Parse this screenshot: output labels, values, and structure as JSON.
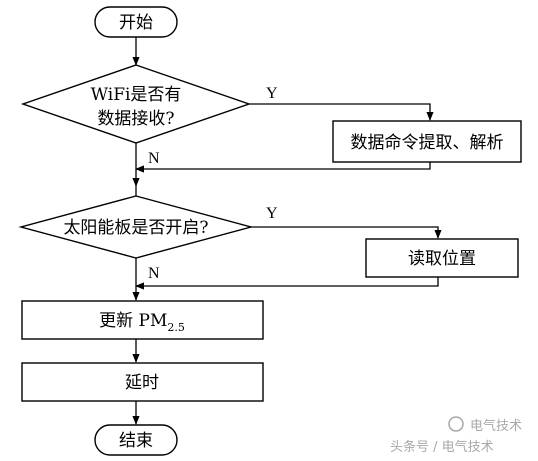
{
  "flowchart": {
    "start": "开始",
    "end": "结束",
    "decision_wifi": {
      "line1": "WiFi是否有",
      "line2": "数据接收?"
    },
    "decision_solar": "太阳能板是否开启?",
    "process_parse": "数据命令提取、解析",
    "process_read": "读取位置",
    "process_update": {
      "text": "更新 PM",
      "subscript": "2.5"
    },
    "process_delay": "延时",
    "yes_label": "Y",
    "no_label": "N"
  },
  "watermark": {
    "text": "头条号 / 电气技术",
    "logo_text": "电气技术"
  }
}
